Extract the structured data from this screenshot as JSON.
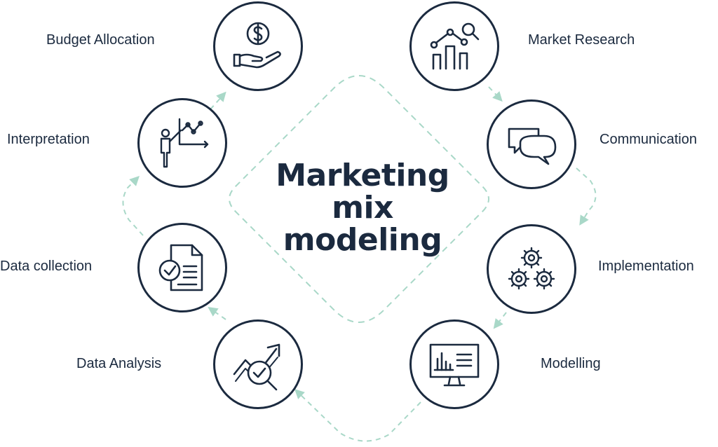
{
  "title": {
    "line1": "Marketing",
    "line2": "mix",
    "line3": "modeling"
  },
  "colors": {
    "ink": "#1b2a3f",
    "connector": "#a9d8c8",
    "background": "#ffffff"
  },
  "steps": [
    {
      "label": "Market Research",
      "icon": "bar-chart-magnifier-icon"
    },
    {
      "label": "Communication",
      "icon": "speech-bubbles-icon"
    },
    {
      "label": "Implementation",
      "icon": "gears-icon"
    },
    {
      "label": "Modelling",
      "icon": "monitor-chart-icon"
    },
    {
      "label": "Data Analysis",
      "icon": "trend-magnifier-icon"
    },
    {
      "label": "Data collection",
      "icon": "document-check-icon"
    },
    {
      "label": "Interpretation",
      "icon": "presenter-chart-icon"
    },
    {
      "label": "Budget Allocation",
      "icon": "hand-coin-icon"
    }
  ]
}
